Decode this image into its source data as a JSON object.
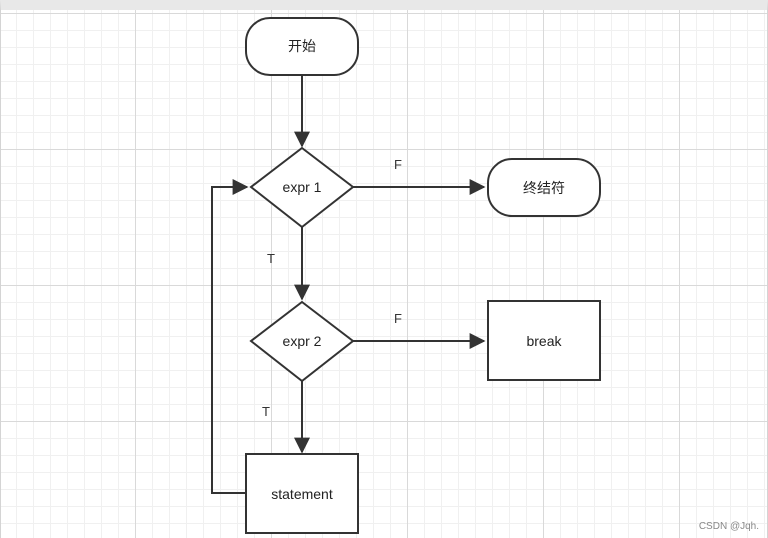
{
  "nodes": {
    "start": "开始",
    "expr1": "expr 1",
    "end": "终结符",
    "expr2": "expr 2",
    "break": "break",
    "statement": "statement"
  },
  "edges": {
    "expr1_false": "F",
    "expr1_true": "T",
    "expr2_false": "F",
    "expr2_true": "T"
  },
  "colors": {
    "stroke": "#333333",
    "fill": "#ffffff"
  },
  "watermark": "CSDN @Jqh."
}
